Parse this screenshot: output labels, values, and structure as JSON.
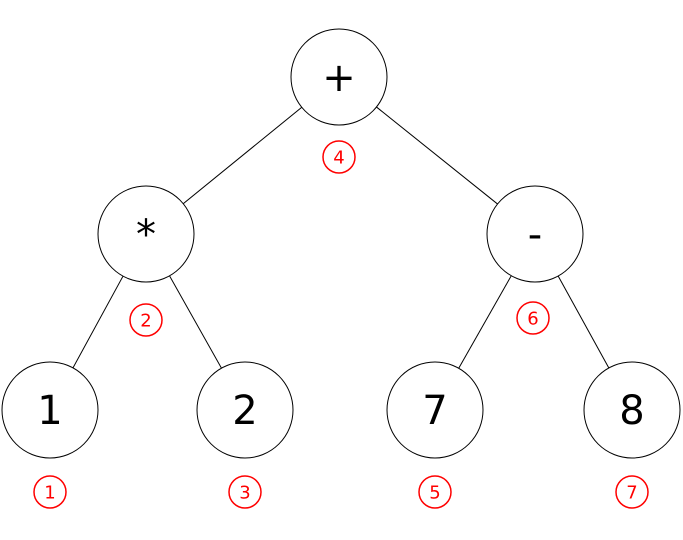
{
  "tree": {
    "nodes": [
      {
        "id": "plus",
        "label": "+",
        "order": "4"
      },
      {
        "id": "times",
        "label": "*",
        "order": "2"
      },
      {
        "id": "minus",
        "label": "-",
        "order": "6"
      },
      {
        "id": "one",
        "label": "1",
        "order": "1"
      },
      {
        "id": "two",
        "label": "2",
        "order": "3"
      },
      {
        "id": "seven",
        "label": "7",
        "order": "5"
      },
      {
        "id": "eight",
        "label": "8",
        "order": "7"
      }
    ],
    "edges": [
      {
        "from": "plus",
        "to": "times"
      },
      {
        "from": "plus",
        "to": "minus"
      },
      {
        "from": "times",
        "to": "one"
      },
      {
        "from": "times",
        "to": "two"
      },
      {
        "from": "minus",
        "to": "seven"
      },
      {
        "from": "minus",
        "to": "eight"
      }
    ],
    "colors": {
      "node_stroke": "#000000",
      "order_marker": "#ff0000"
    }
  }
}
